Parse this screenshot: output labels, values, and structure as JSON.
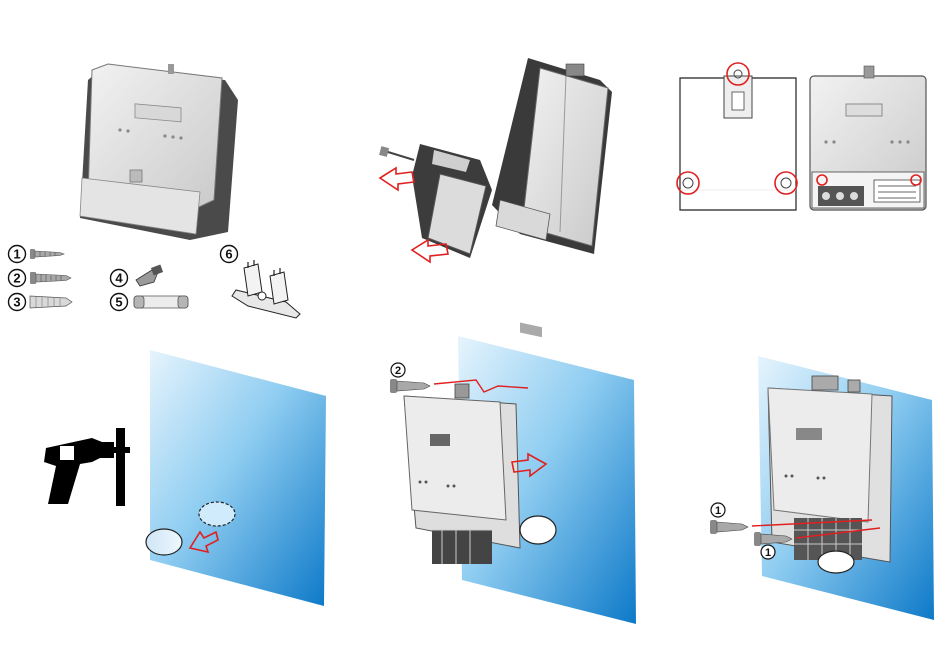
{
  "callouts": {
    "n1": "1",
    "n2": "2",
    "n3": "3",
    "n4": "4",
    "n5": "5",
    "n6": "6",
    "step5_screw": "2",
    "step6_screw_a": "1",
    "step6_screw_b": "1"
  },
  "colors": {
    "arrow": "#e02020",
    "wall_light": "#d8eefb",
    "wall_dark": "#1e88d4",
    "device_body": "#e6e6e6",
    "device_shadow": "#5a5a5a",
    "outline": "#333333"
  },
  "icons": [
    "drill-icon",
    "screw-icon",
    "wall-plug-icon",
    "fuse-icon",
    "terminal-block-icon"
  ]
}
